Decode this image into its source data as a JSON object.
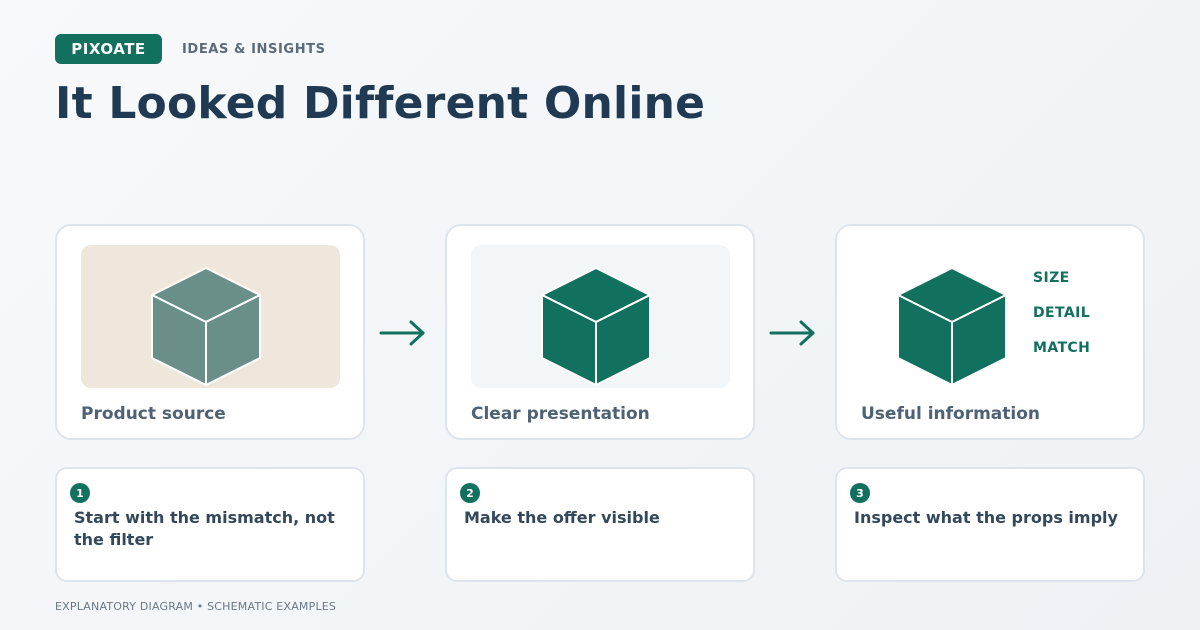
{
  "brand": {
    "badge": "PIXOATE",
    "tagline": "IDEAS & INSIGHTS"
  },
  "title": "It Looked Different Online",
  "colors": {
    "accent": "#12705f",
    "cube_muted": "#6a8f88",
    "panel_warm": "#f0e7dc",
    "panel_cool": "#f3f6f8",
    "title": "#1f3a52"
  },
  "cards": [
    {
      "caption": "Product source",
      "panel": "warm"
    },
    {
      "caption": "Clear presentation",
      "panel": "cool"
    },
    {
      "caption": "Useful information",
      "panel": "none",
      "attributes": [
        "SIZE",
        "DETAIL",
        "MATCH"
      ]
    }
  ],
  "steps": [
    {
      "number": "1",
      "text": "Start with the mismatch, not the filter"
    },
    {
      "number": "2",
      "text": "Make the offer visible"
    },
    {
      "number": "3",
      "text": "Inspect what the props imply"
    }
  ],
  "footer": "EXPLANATORY DIAGRAM • SCHEMATIC EXAMPLES",
  "icons": [
    "cube-icon",
    "arrow-right-icon"
  ]
}
